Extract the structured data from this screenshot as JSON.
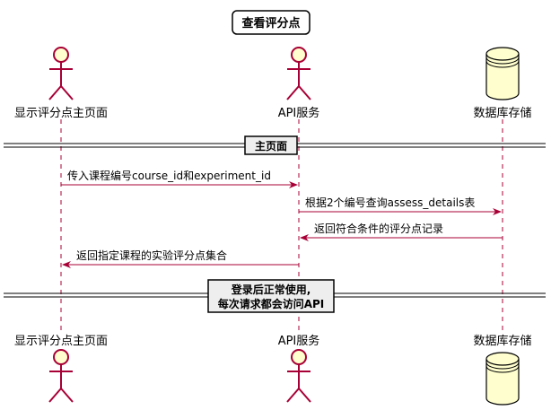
{
  "title": "查看评分点",
  "participants": [
    {
      "id": "page",
      "label": "显示评分点主页面",
      "kind": "actor"
    },
    {
      "id": "api",
      "label": "API服务",
      "kind": "actor"
    },
    {
      "id": "db",
      "label": "数据库存储",
      "kind": "database"
    }
  ],
  "dividers": [
    {
      "lines": [
        "主页面"
      ]
    },
    {
      "lines": [
        "登录后正常使用,",
        "每次请求都会访问API"
      ]
    }
  ],
  "messages": [
    {
      "from": "page",
      "to": "api",
      "label": "传入课程编号course_id和experiment_id"
    },
    {
      "from": "api",
      "to": "db",
      "label": "根据2个编号查询assess_details表"
    },
    {
      "from": "db",
      "to": "api",
      "label": "返回符合条件的评分点记录"
    },
    {
      "from": "api",
      "to": "page",
      "label": "返回指定课程的实验评分点集合"
    }
  ],
  "colors": {
    "accent": "#A80036",
    "participant_fill": "#FEFECE",
    "divider_fill": "#EEEEEE"
  }
}
